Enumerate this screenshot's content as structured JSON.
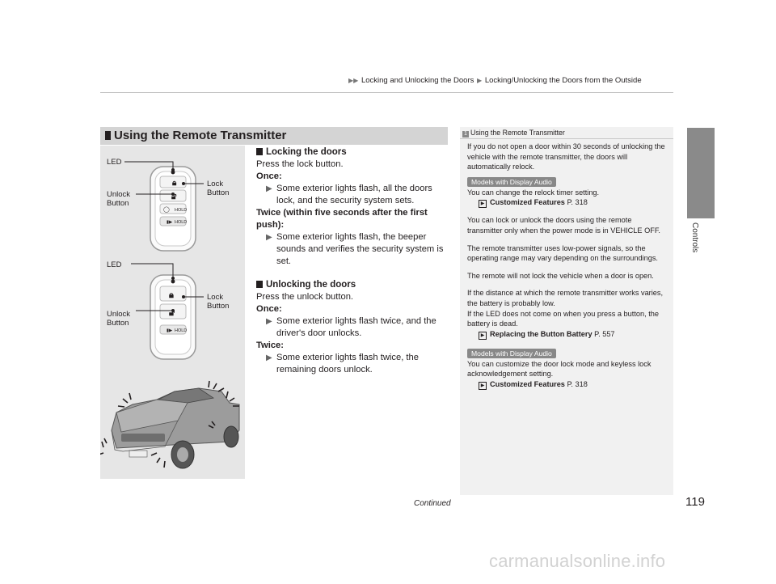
{
  "header": {
    "crumb1": "Locking and Unlocking the Doors",
    "crumb2": "Locking/Unlocking the Doors from the Outside"
  },
  "side_tab": {
    "label": "Controls"
  },
  "section": {
    "title": "Using the Remote Transmitter"
  },
  "figure": {
    "top": {
      "led": "LED",
      "lock1": "Lock",
      "lock2": "Button",
      "unlock1": "Unlock",
      "unlock2": "Button"
    },
    "bottom": {
      "led": "LED",
      "lock1": "Lock",
      "lock2": "Button",
      "unlock1": "Unlock",
      "unlock2": "Button"
    },
    "fob_hold_label": "HOLD"
  },
  "locking": {
    "heading": "Locking the doors",
    "intro": "Press the lock button.",
    "once_label": "Once:",
    "once_text": "Some exterior lights flash, all the doors lock, and the security system sets.",
    "twice_label": "Twice (within five seconds after the first push):",
    "twice_text": "Some exterior lights flash, the beeper sounds and verifies the security system is set."
  },
  "unlocking": {
    "heading": "Unlocking the doors",
    "intro": "Press the unlock button.",
    "once_label": "Once:",
    "once_text": "Some exterior lights flash twice, and the driver's door unlocks.",
    "twice_label": "Twice:",
    "twice_text": "Some exterior lights flash twice, the remaining doors unlock."
  },
  "note": {
    "title": "Using the Remote Transmitter",
    "p1": "If you do not open a door within 30 seconds of unlocking the vehicle with the remote transmitter, the doors will automatically relock.",
    "badge1": "Models with Display Audio",
    "p2": "You can change the relock timer setting.",
    "xref1_title": "Customized Features",
    "xref1_page": "P. 318",
    "p3": "You can lock or unlock the doors using the remote transmitter only when the power mode is in VEHICLE OFF.",
    "p4": "The remote transmitter uses low-power signals, so the operating range may vary depending on the surroundings.",
    "p5": "The remote will not lock the vehicle when a door is open.",
    "p6": "If the distance at which the remote transmitter works varies, the battery is probably low.",
    "p7": "If the LED does not come on when you press a button, the battery is dead.",
    "xref2_title": "Replacing the Button Battery",
    "xref2_page": "P. 557",
    "badge2": "Models with Display Audio",
    "p8": "You can customize the door lock mode and keyless lock acknowledgement setting.",
    "xref3_title": "Customized Features",
    "xref3_page": "P. 318"
  },
  "footer": {
    "continued": "Continued",
    "page_number": "119",
    "watermark": "carmanualsonline.info"
  }
}
